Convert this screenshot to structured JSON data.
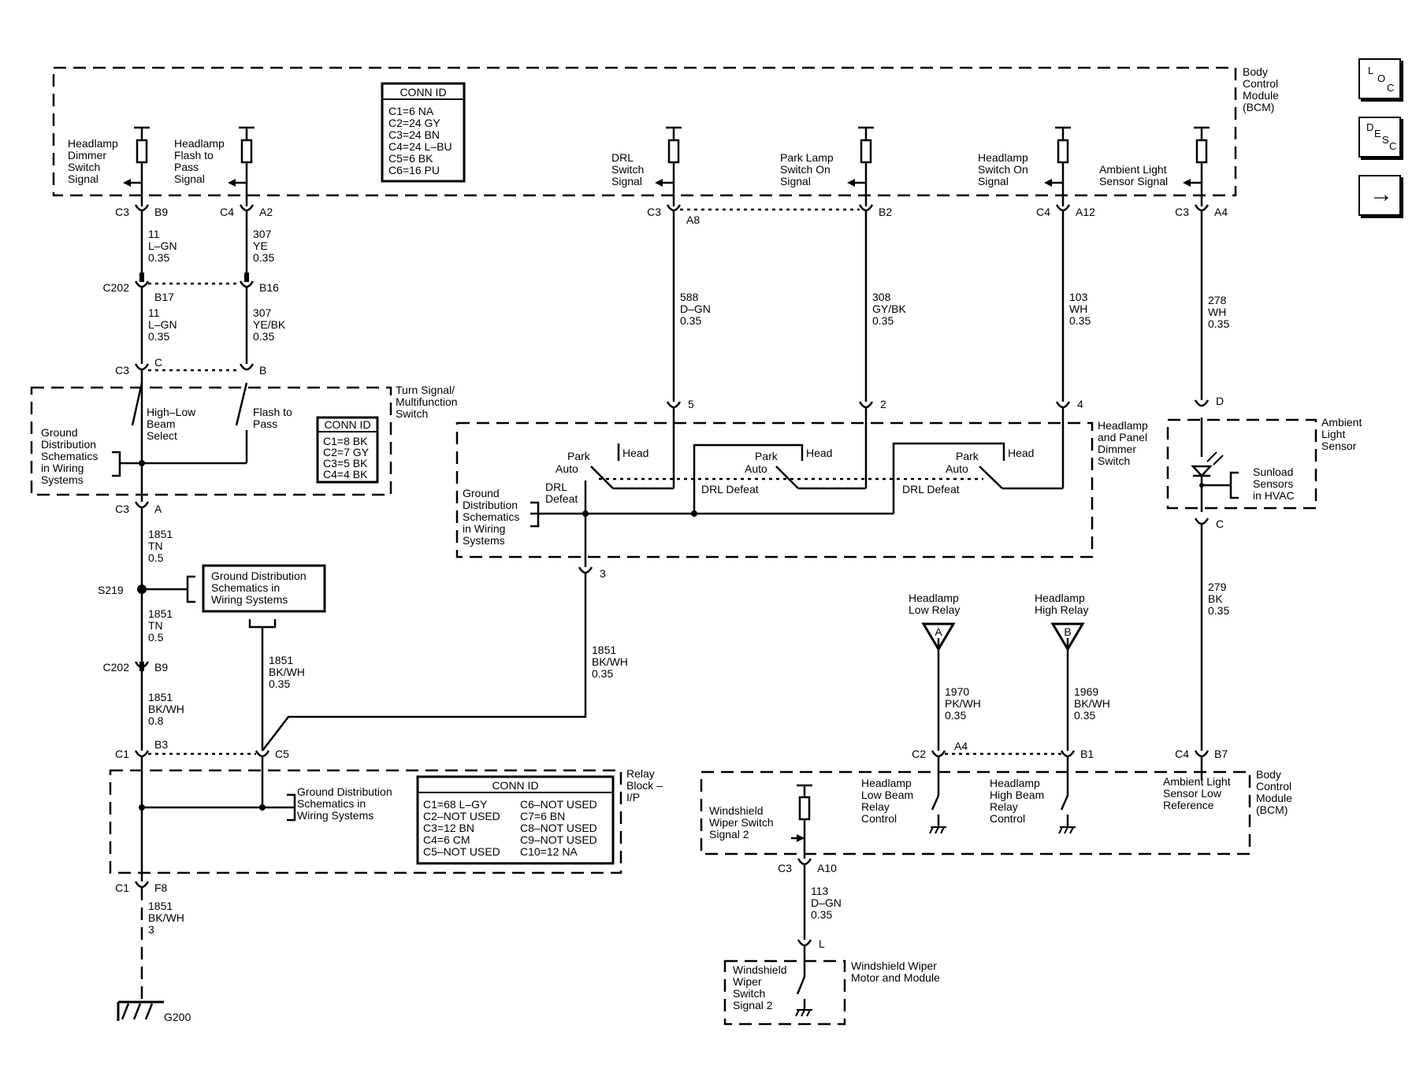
{
  "connectors": {
    "bcm": {
      "title": "CONN ID",
      "lines": [
        "C1=6 NA",
        "C2=24 GY",
        "C3=24 BN",
        "C4=24 L–BU",
        "C5=6 BK",
        "C6=16 PU"
      ]
    },
    "turn": {
      "title": "CONN ID",
      "lines": [
        "C1=8 BK",
        "C2=7 GY",
        "C3=5 BK",
        "C4=4 BK"
      ]
    },
    "relay": {
      "title": "CONN ID",
      "left": [
        "C1=68 L–GY",
        "C2–NOT USED",
        "C3=12 BN",
        "C4=6 CM",
        "C5–NOT USED"
      ],
      "right": [
        "C6–NOT USED",
        "C7=6 BN",
        "C8–NOT USED",
        "C9–NOT USED",
        "C10=12 NA"
      ]
    }
  },
  "components": {
    "bcm_top": [
      "Body",
      "Control",
      "Module",
      "(BCM)"
    ],
    "bcm_bottom": [
      "Body",
      "Control",
      "Module",
      "(BCM)"
    ],
    "turn_switch": [
      "Turn Signal/",
      "Multifunction",
      "Switch"
    ],
    "headlamp_switch": [
      "Headlamp",
      "and Panel",
      "Dimmer",
      "Switch"
    ],
    "ambient_sensor": [
      "Ambient",
      "Light",
      "Sensor"
    ],
    "relay_block": [
      "Relay",
      "Block –",
      "I/P"
    ],
    "wiper_motor": [
      "Windshield Wiper",
      "Motor and Module"
    ]
  },
  "signals": {
    "dimmer": [
      "Headlamp",
      "Dimmer",
      "Switch",
      "Signal"
    ],
    "flash": [
      "Headlamp",
      "Flash to",
      "Pass",
      "Signal"
    ],
    "drl": [
      "DRL",
      "Switch",
      "Signal"
    ],
    "park": [
      "Park Lamp",
      "Switch On",
      "Signal"
    ],
    "headlamp_on": [
      "Headlamp",
      "Switch On",
      "Signal"
    ],
    "ambient": [
      "Ambient Light",
      "Sensor Signal"
    ],
    "low_beam_ctrl": [
      "Headlamp",
      "Low Beam",
      "Relay",
      "Control"
    ],
    "high_beam_ctrl": [
      "Headlamp",
      "High Beam",
      "Relay",
      "Control"
    ],
    "ambient_low_ref": [
      "Ambient Light",
      "Sensor Low",
      "Reference"
    ],
    "wiper_signal_bcm": [
      "Windshield",
      "Wiper Switch",
      "Signal 2"
    ],
    "wiper_signal_motor": [
      "Windshield",
      "Wiper",
      "Switch",
      "Signal 2"
    ]
  },
  "switch_text": {
    "high_low": [
      "High–Low",
      "Beam",
      "Select"
    ],
    "flash_pass": [
      "Flash to",
      "Pass"
    ],
    "park": "Park",
    "head": "Head",
    "auto": "Auto",
    "drl_defeat": "DRL Defeat",
    "drl_defeat_stack": [
      "DRL",
      "Defeat"
    ]
  },
  "ground_refs": {
    "turn": [
      "Ground",
      "Distribution",
      "Schematics",
      "in Wiring",
      "Systems"
    ],
    "headlamp": [
      "Ground",
      "Distribution",
      "Schematics",
      "in Wiring",
      "Systems"
    ],
    "s219": [
      "Ground Distribution",
      "Schematics in",
      "Wiring Systems"
    ],
    "relay": [
      "Ground Distribution",
      "Schematics in",
      "Wiring Systems"
    ]
  },
  "sensor_text": [
    "Sunload",
    "Sensors",
    "in HVAC"
  ],
  "relays": {
    "low": {
      "label": [
        "Headlamp",
        "Low Relay"
      ],
      "letter": "A"
    },
    "high": {
      "label": [
        "Headlamp",
        "High Relay"
      ],
      "letter": "B"
    }
  },
  "wires": {
    "w1": [
      "11",
      "L–GN",
      "0.35"
    ],
    "w2": [
      "307",
      "YE",
      "0.35"
    ],
    "w3": [
      "11",
      "L–GN",
      "0.35"
    ],
    "w4": [
      "307",
      "YE/BK",
      "0.35"
    ],
    "w5": [
      "588",
      "D–GN",
      "0.35"
    ],
    "w6": [
      "308",
      "GY/BK",
      "0.35"
    ],
    "w7": [
      "103",
      "WH",
      "0.35"
    ],
    "w8": [
      "278",
      "WH",
      "0.35"
    ],
    "w9": [
      "1851",
      "TN",
      "0.5"
    ],
    "w10": [
      "1851",
      "TN",
      "0.5"
    ],
    "w11": [
      "1851",
      "BK/WH",
      "0.8"
    ],
    "w12": [
      "1851",
      "BK/WH",
      "0.35"
    ],
    "w13": [
      "1851",
      "BK/WH",
      "0.35"
    ],
    "w14": [
      "1851",
      "BK/WH",
      "3"
    ],
    "w15": [
      "279",
      "BK",
      "0.35"
    ],
    "w16": [
      "1970",
      "PK/WH",
      "0.35"
    ],
    "w17": [
      "1969",
      "BK/WH",
      "0.35"
    ],
    "w18": [
      "113",
      "D–GN",
      "0.35"
    ]
  },
  "pins": {
    "p1": {
      "conn": "C3",
      "pin": "B9"
    },
    "p2": {
      "conn": "C4",
      "pin": "A2"
    },
    "p3": {
      "conn": "C202",
      "pin": "B17"
    },
    "p4": {
      "conn": "",
      "pin": "B16"
    },
    "p5": {
      "conn": "C3",
      "pin": "C"
    },
    "p6": {
      "conn": "",
      "pin": "B"
    },
    "p7": {
      "conn": "C3",
      "pin": "A"
    },
    "p8": {
      "conn": "C202",
      "pin": "B9"
    },
    "p9": {
      "conn": "C1",
      "pin": "B3"
    },
    "p10": {
      "conn": "",
      "pin": "C5"
    },
    "p11": {
      "conn": "C1",
      "pin": "F8"
    },
    "p12": {
      "conn": "C3",
      "pin": "A8"
    },
    "p13": {
      "conn": "",
      "pin": "B2"
    },
    "p14": {
      "conn": "C4",
      "pin": "A12"
    },
    "p15": {
      "conn": "C3",
      "pin": "A4"
    },
    "p16": {
      "conn": "",
      "pin": "5"
    },
    "p17": {
      "conn": "",
      "pin": "2"
    },
    "p18": {
      "conn": "",
      "pin": "4"
    },
    "p19": {
      "conn": "",
      "pin": "3"
    },
    "p20": {
      "conn": "",
      "pin": "D"
    },
    "p21": {
      "conn": "",
      "pin": "C"
    },
    "p22": {
      "conn": "C2",
      "pin": "A4"
    },
    "p23": {
      "conn": "",
      "pin": "B1"
    },
    "p24": {
      "conn": "C4",
      "pin": "B7"
    },
    "p25": {
      "conn": "C3",
      "pin": "A10"
    },
    "p26": {
      "conn": "",
      "pin": "L"
    }
  },
  "splice": "S219",
  "ground": "G200",
  "nav": {
    "loc": [
      "L",
      "O",
      "C"
    ],
    "desc": [
      "D",
      "E",
      "S",
      "C"
    ],
    "next": "→"
  }
}
